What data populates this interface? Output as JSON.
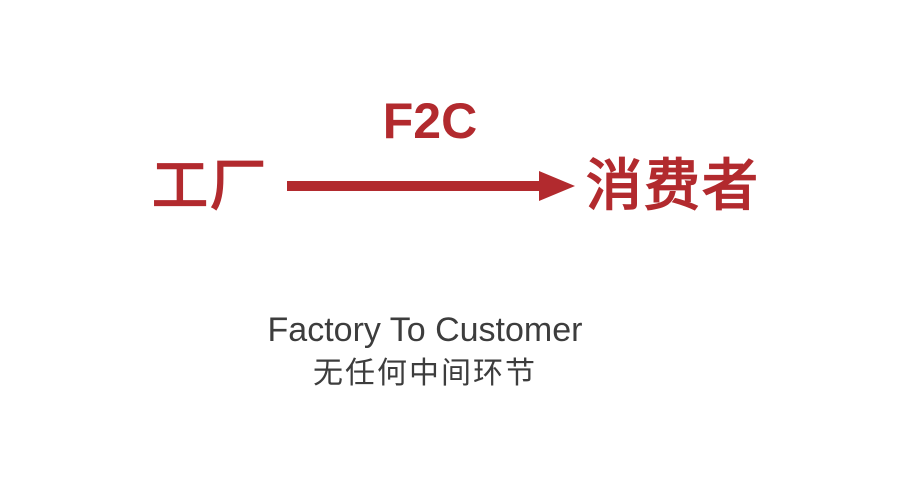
{
  "diagram": {
    "source_label": "工厂",
    "arrow_label": "F2C",
    "target_label": "消费者",
    "caption_line1": "Factory To Customer",
    "caption_line2": "无任何中间环节"
  },
  "colors": {
    "accent": "#b22a2e",
    "caption": "#3d3d3d",
    "background": "#ffffff"
  }
}
